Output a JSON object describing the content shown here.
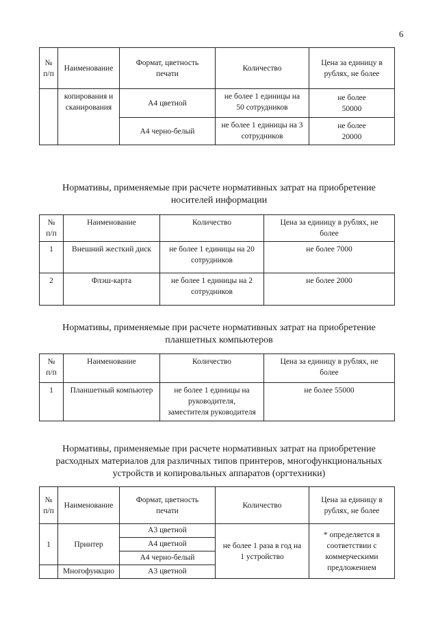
{
  "page_number": "6",
  "table1": {
    "headers": [
      "№\nп/п",
      "Наименование",
      "Формат, цветность\nпечати",
      "Количество",
      "Цена за единицу в\nрублях, не более"
    ],
    "name": "копирования и\nсканирования",
    "rows": [
      {
        "format": "А4 цветной",
        "qty": "не более 1 единицы на\n50 сотрудников",
        "price": "не более\n50000"
      },
      {
        "format": "А4 черно-белый",
        "qty": "не более 1 единицы на 3\nсотрудников",
        "price": "не более\n20000"
      }
    ]
  },
  "section2": {
    "title_lines": [
      "Нормативы, применяемые при расчете нормативных затрат на приобретение",
      "носителей информации"
    ],
    "headers": [
      "№\nп/п",
      "Наименование",
      "Количество",
      "Цена за единицу в рублях, не\nболее"
    ],
    "rows": [
      {
        "num": "1",
        "name": "Внешний жесткий диск",
        "qty": "не более 1 единицы на 20\nсотрудников",
        "price": "не более 7000"
      },
      {
        "num": "2",
        "name": "Флэш-карта",
        "qty": "не более 1 единицы на 2\nсотрудников",
        "price": "не более 2000"
      }
    ]
  },
  "section3": {
    "title_lines": [
      "Нормативы, применяемые при расчете нормативных затрат на приобретение",
      "планшетных компьютеров"
    ],
    "headers": [
      "№\nп/п",
      "Наименование",
      "Количество",
      "Цена за единицу в рублях, не\nболее"
    ],
    "rows": [
      {
        "num": "1",
        "name": "Планшетный компьютер",
        "qty": "не более 1 единицы на\nруководителя,\nзаместителя руководителя",
        "price": "не более 55000"
      }
    ]
  },
  "section4": {
    "title_lines": [
      "Нормативы, применяемые при расчете нормативных затрат на приобретение",
      "расходных материалов для различных типов принтеров, многофункциональных",
      "устройств и копировальных аппаратов (оргтехники)"
    ],
    "headers": [
      "№\nп/п",
      "Наименование",
      "Формат, цветность\nпечати",
      "Количество",
      "Цена за единицу в\nрублях, не более"
    ],
    "num": "1",
    "printer": "Принтер",
    "formats": [
      "А3 цветной",
      "А4 цветной",
      "А4 черно-белый"
    ],
    "qty": "не более 1 раза в год на\n1 устройство",
    "price": "* определяется в\nсоответствии с\nкоммерческими\nпредложением",
    "mfu_name": "Многофункцио",
    "mfu_format": "А3 цветной"
  }
}
